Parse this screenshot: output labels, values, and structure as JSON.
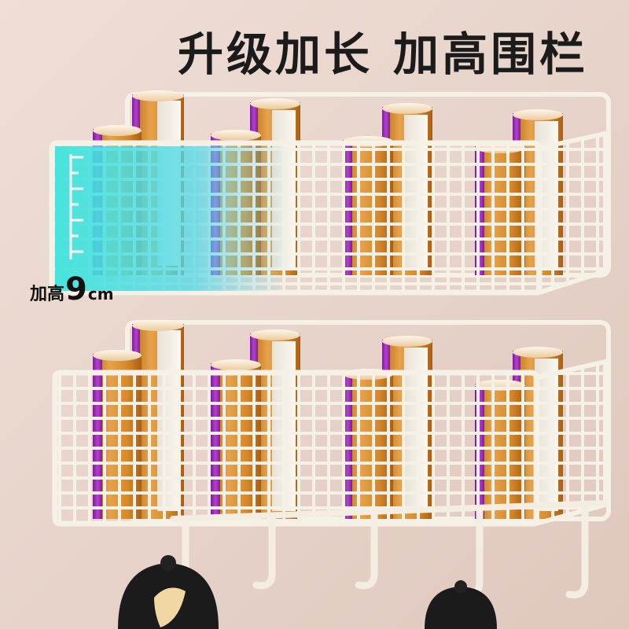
{
  "headline": {
    "part1": "升级加长",
    "part2": "加高围栏"
  },
  "height_label": {
    "prefix": "加高",
    "number": "9",
    "unit": "cm"
  },
  "colors": {
    "background": "#ead8d0",
    "rack": "#f6f1e6",
    "tube_orange": "#d98d2c",
    "tube_purple": "#9b2ab4",
    "highlight": "#4fe3d8",
    "headline": "#1b1b1b"
  }
}
